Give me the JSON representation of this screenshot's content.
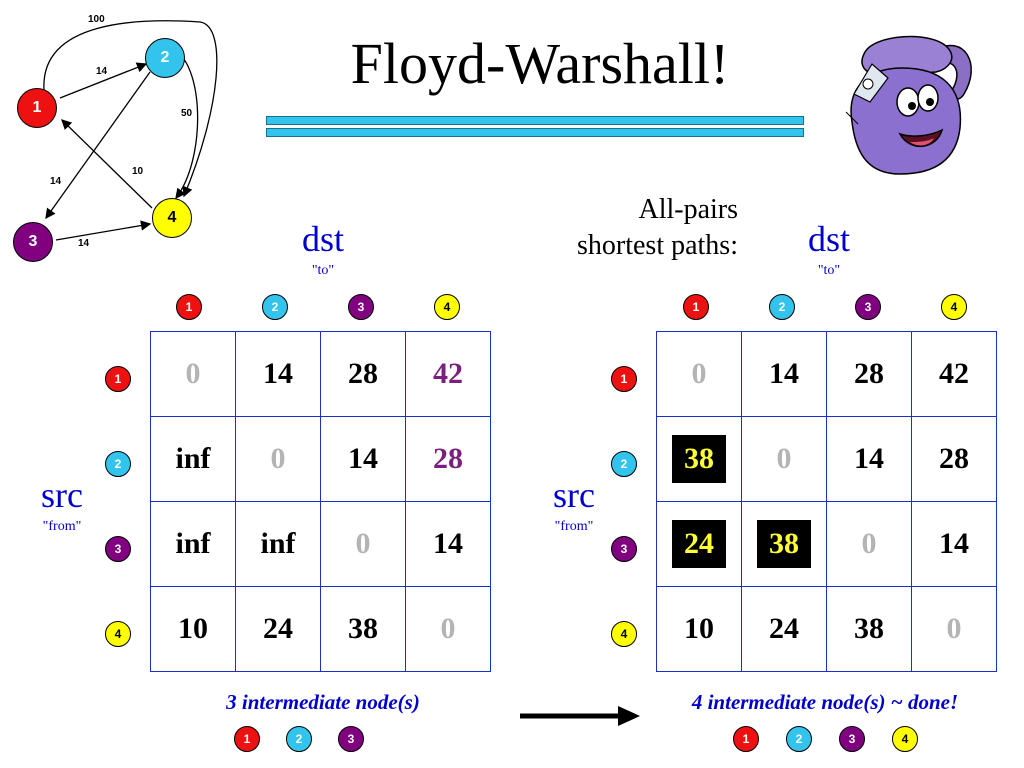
{
  "title": "Floyd-Warshall!",
  "subtitle_line1": "All-pairs",
  "subtitle_line2": "shortest paths:",
  "axis": {
    "dst": "dst",
    "to": "\"to\"",
    "src": "src",
    "from": "\"from\""
  },
  "colors": {
    "node1": "#ee1111",
    "node2": "#33c4ee",
    "node3": "#800080",
    "node4": "#ffff00",
    "grid": "#1a2fcc",
    "axis": "#0000cc"
  },
  "nodes": [
    "1",
    "2",
    "3",
    "4"
  ],
  "graph": {
    "edge_labels": {
      "e1_2": "14",
      "e1_4": "100",
      "e2_4": "50",
      "e2_3": "14",
      "e4_1": "10",
      "e3_4": "14"
    }
  },
  "left_matrix": [
    [
      "0",
      "14",
      "28",
      "42"
    ],
    [
      "inf",
      "0",
      "14",
      "28"
    ],
    [
      "inf",
      "inf",
      "0",
      "14"
    ],
    [
      "10",
      "24",
      "38",
      "0"
    ]
  ],
  "right_matrix": [
    [
      "0",
      "14",
      "28",
      "42"
    ],
    [
      "38",
      "0",
      "14",
      "28"
    ],
    [
      "24",
      "38",
      "0",
      "14"
    ],
    [
      "10",
      "24",
      "38",
      "0"
    ]
  ],
  "left_caption": "3 intermediate node(s)",
  "right_caption": "4 intermediate node(s) ~ done!",
  "left_intermediate": [
    "1",
    "2",
    "3"
  ],
  "right_intermediate": [
    "1",
    "2",
    "3",
    "4"
  ]
}
